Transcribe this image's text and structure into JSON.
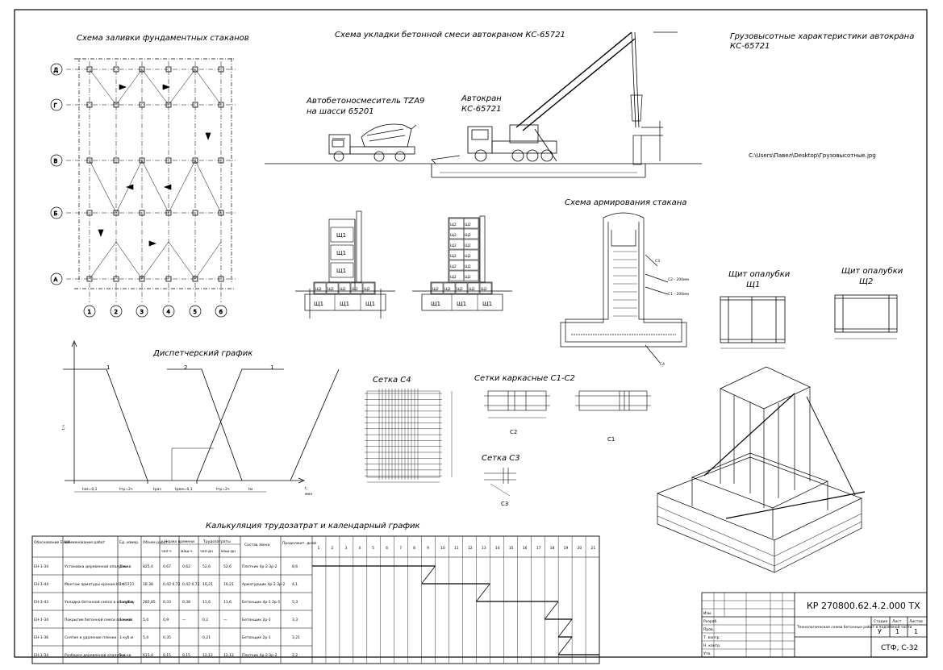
{
  "titles": {
    "foundation_pour": "Схема заливки фундаментных стаканов",
    "concrete_laying": "Схема укладки бетонной смеси автокраном КС-65721",
    "crane_chars": "Грузовысотные характеристики автокрана",
    "crane_chars_model": "КС-65721",
    "mixer_line1": "Автобетоносмеситель TZA9",
    "mixer_line2": "на шасси 65201",
    "crane_line1": "Автокран",
    "crane_line2": "КС-65721",
    "file_path": "C:\\Users\\Павел\\Desktop\\Грузовысотные.jpg",
    "reinforcement": "Схема армирования стакана",
    "dispatch": "Диспетчерский график",
    "mesh_c4": "Сетка С4",
    "frame_meshes": "Сетки каркасные С1-С2",
    "mesh_c3": "Сетка С3",
    "formwork_shield_1": "Щит опалубки",
    "formwork_shield_1_code": "Щ1",
    "formwork_shield_2": "Щит опалубки",
    "formwork_shield_2_code": "Щ2",
    "calc": "Калькуляция трудозатрат и календарный график"
  },
  "grid": {
    "rows": [
      "Д",
      "Г",
      "В",
      "Б",
      "А"
    ],
    "cols": [
      "1",
      "2",
      "3",
      "4",
      "5",
      "6"
    ]
  },
  "formwork_labels": {
    "left_stack": [
      "Щ1",
      "Щ1",
      "Щ1"
    ],
    "left_row": [
      "Щ2",
      "Щ2",
      "Щ2",
      "Щ2",
      "Щ2"
    ],
    "left_base": [
      "Щ1",
      "Щ1",
      "Щ1"
    ],
    "right_stack": [
      "Щ2",
      "Щ2",
      "Щ2",
      "Щ2",
      "Щ2",
      "Щ2"
    ],
    "right_row": [
      "Щ2",
      "Щ2",
      "Щ2",
      "Щ2",
      "Щ2"
    ],
    "right_base": [
      "Щ1",
      "Щ1",
      "Щ1"
    ]
  },
  "reinf_labels": {
    "c3": "С3",
    "c2": "С2 - 200мм",
    "c1": "С1 - 200мм",
    "c4": "С4"
  },
  "mesh_labels": {
    "c2": "С2",
    "c1": "С1",
    "c3": "С3"
  },
  "dispatch_chart": {
    "line_labels": [
      "1",
      "2",
      "1"
    ],
    "y_axis": "t,ч",
    "x_axis_1": "t,",
    "x_axis_2": "мин",
    "segments": [
      "tзм=0,1",
      "tтр=2ч",
      "tраз",
      "tрем=0,1",
      "tтр=2ч",
      "tм"
    ]
  },
  "table": {
    "headers": {
      "code": "Обоснование ЕНиР",
      "name": "Наименование работ",
      "unit": "Ед. измер.",
      "volume": "Объем работ",
      "norm": "Норма времени",
      "norm_worker": "чел-ч",
      "norm_machine": "маш-ч",
      "labor": "Трудозатраты",
      "labor_worker": "чел-дн",
      "labor_machine": "маш-дн",
      "crew": "Состав звена",
      "duration": "Продолжит. дней"
    },
    "days": [
      "1",
      "2",
      "3",
      "4",
      "5",
      "6",
      "7",
      "8",
      "9",
      "10",
      "11",
      "12",
      "13",
      "14",
      "15",
      "16",
      "17",
      "18",
      "19",
      "20",
      "21"
    ],
    "rows": [
      {
        "code": "ЕН-1-34",
        "name": "Установка деревянной опалубки",
        "unit": "1 м.кв",
        "volume": "825,4",
        "nw": "0,67",
        "nm": "0,62",
        "lw": "52,6",
        "lm": "52,6",
        "crew": "Плотник 4р-2 3р-2",
        "dur": "8,6"
      },
      {
        "code": "ЕН-1-44",
        "name": "Монтаж арматуры краном КС-65721",
        "unit": "1т",
        "volume": "18 38",
        "nw": "0,42 0,72",
        "nm": "0,42 0,72",
        "lw": "16,21",
        "lm": "16,21",
        "crew": "Арматурщик 4р-2 3р-2",
        "dur": "4,1"
      },
      {
        "code": "ЕН-1-43",
        "name": "Укладка бетонной смеси в опалубку",
        "unit": "1 куб.м",
        "volume": "282,85",
        "nw": "0,33",
        "nm": "0,38",
        "lw": "11,6",
        "lm": "11,6",
        "crew": "Бетонщик 4р-1 2р-1",
        "dur": "5,3"
      },
      {
        "code": "ЕН-1-34",
        "name": "Покрытие бетонной смеси пленкой",
        "unit": "1 м.кв",
        "volume": "5,4",
        "nw": "0,9",
        "nm": "—",
        "lw": "0,2",
        "lm": "—",
        "crew": "Бетонщик 2р-1",
        "dur": "3,3"
      },
      {
        "code": "ЕН-1-36",
        "name": "Снятие и удаление пленки",
        "unit": "1 куб.м",
        "volume": "5,4",
        "nw": "0,35",
        "nm": "",
        "lw": "0,21",
        "lm": "",
        "crew": "Бетонщик 2р-1",
        "dur": "3,21"
      },
      {
        "code": "ЕН-1-34",
        "name": "Разборка деревянной опалубки",
        "unit": "1 м.кв",
        "volume": "611,4",
        "nw": "0,15",
        "nm": "0,15",
        "lw": "12,12",
        "lm": "12,12",
        "crew": "Плотник 4р-2 3р-2",
        "dur": "2,2"
      }
    ],
    "bars": [
      {
        "start": 1,
        "end": 9
      },
      {
        "start": 9,
        "end": 13
      },
      {
        "start": 13,
        "end": 18
      },
      {
        "start": 18,
        "end": 19
      },
      {
        "start": 19,
        "end": 19
      },
      {
        "start": 19,
        "end": 21
      }
    ]
  },
  "stamp": {
    "doc_code": "КР 270800.62.4.2.000 ТХ",
    "title": "Технологическая схема бетонных работ в подземной части",
    "stage_h": "Стадия",
    "sheet_h": "Лист",
    "sheets_h": "Листов",
    "stage": "У",
    "sheet": "1",
    "sheets": "1",
    "org": "СТФ, С-32",
    "roles": [
      "Изм.",
      "Разраб.",
      "Пров.",
      "Т. контр.",
      "Н. контр.",
      "Утв."
    ]
  }
}
